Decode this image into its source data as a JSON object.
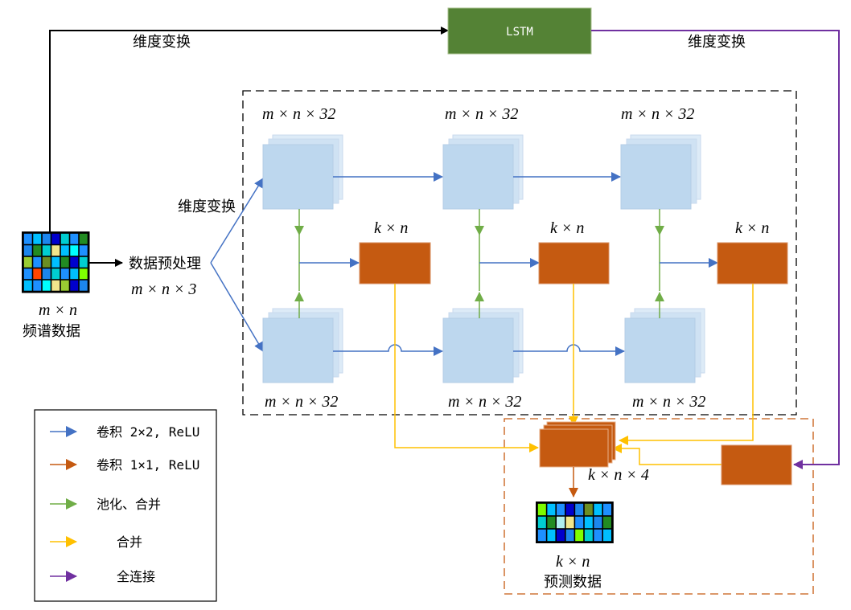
{
  "colors": {
    "blue": "#4472C4",
    "orange": "#C55A11",
    "green": "#70AD47",
    "yellow": "#FFC000",
    "purple": "#7030A0",
    "lstm_fill": "#548235",
    "feature_map": "#BDD7EE",
    "orange_box": "#C55A11"
  },
  "labels": {
    "lstm": "LSTM",
    "reshape_top_left": "维度变换",
    "reshape_top_right": "维度变换",
    "reshape_mid": "维度变换",
    "preprocess": "数据预处理",
    "input_dim": "m × n × 3",
    "input_size": "m × n",
    "input_caption": "频谱数据",
    "output_size": "k × n",
    "output_caption": "预测数据",
    "merged_dim": "k × n × 4"
  },
  "feature_maps": {
    "top_dims": [
      "m × n × 32",
      "m × n × 32",
      "m × n × 32"
    ],
    "bottom_dims": [
      "m × n × 32",
      "m × n × 32",
      "m × n × 32"
    ],
    "mid_dims": [
      "k × n",
      "k × n",
      "k × n"
    ]
  },
  "legend": [
    {
      "color": "blue",
      "text": "卷积 2×2, ReLU"
    },
    {
      "color": "orange",
      "text": "卷积 1×1, ReLU"
    },
    {
      "color": "green",
      "text": "池化、合并"
    },
    {
      "color": "yellow",
      "text": "合并"
    },
    {
      "color": "purple",
      "text": "全连接"
    }
  ],
  "input_grid_colors": [
    [
      "#1E90FF",
      "#00BFFF",
      "#1C86EE",
      "#0000CD",
      "#00CED1",
      "#1E90FF",
      "#228B22"
    ],
    [
      "#1C86EE",
      "#228B22",
      "#00CED1",
      "#F0E68C",
      "#00BFFF",
      "#00FFFF",
      "#1E90FF"
    ],
    [
      "#9ACD32",
      "#1E90FF",
      "#6B8E23",
      "#00BFFF",
      "#228B22",
      "#0000CD",
      "#00CED1"
    ],
    [
      "#1E90FF",
      "#FF4500",
      "#1C86EE",
      "#00CED1",
      "#1E90FF",
      "#00BFFF",
      "#7FFF00"
    ],
    [
      "#00BFFF",
      "#1E90FF",
      "#00FFFF",
      "#F0E68C",
      "#9ACD32",
      "#0000CD",
      "#1C86EE"
    ]
  ],
  "output_grid_colors": [
    [
      "#7CFC00",
      "#00BFFF",
      "#1E90FF",
      "#0000CD",
      "#1C86EE",
      "#6B8E23",
      "#00BFFF",
      "#1E90FF"
    ],
    [
      "#00CED1",
      "#228B22",
      "#AFEEEE",
      "#F0E68C",
      "#1E90FF",
      "#00BFFF",
      "#1C86EE",
      "#228B22"
    ],
    [
      "#1E90FF",
      "#00BFFF",
      "#0000CD",
      "#1C86EE",
      "#7FFF00",
      "#00CED1",
      "#1E90FF",
      "#00BFFF"
    ]
  ]
}
